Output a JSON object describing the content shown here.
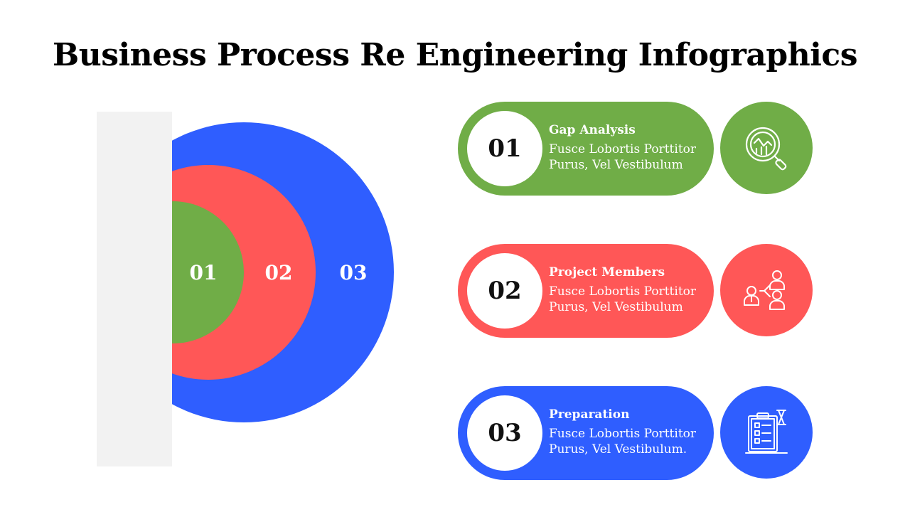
{
  "title": "Business Process Re Engineering Infographics",
  "colors": {
    "green": "#70AD47",
    "red": "#FF5757",
    "blue": "#2F5EFF",
    "panel": "#F2F2F2"
  },
  "rings": [
    {
      "label": "01",
      "color": "#70AD47"
    },
    {
      "label": "02",
      "color": "#FF5757"
    },
    {
      "label": "03",
      "color": "#2F5EFF"
    }
  ],
  "steps": [
    {
      "number": "01",
      "title": "Gap Analysis",
      "desc_line1": "Fusce Lobortis Porttitor",
      "desc_line2": "Purus, Vel Vestibulum",
      "color": "#70AD47",
      "icon": "magnifier-chart-icon"
    },
    {
      "number": "02",
      "title": "Project Members",
      "desc_line1": "Fusce Lobortis Porttitor",
      "desc_line2": "Purus, Vel Vestibulum",
      "color": "#FF5757",
      "icon": "team-members-icon"
    },
    {
      "number": "03",
      "title": "Preparation",
      "desc_line1": "Fusce Lobortis Porttitor",
      "desc_line2": "Purus, Vel Vestibulum.",
      "color": "#2F5EFF",
      "icon": "checklist-hourglass-icon"
    }
  ]
}
